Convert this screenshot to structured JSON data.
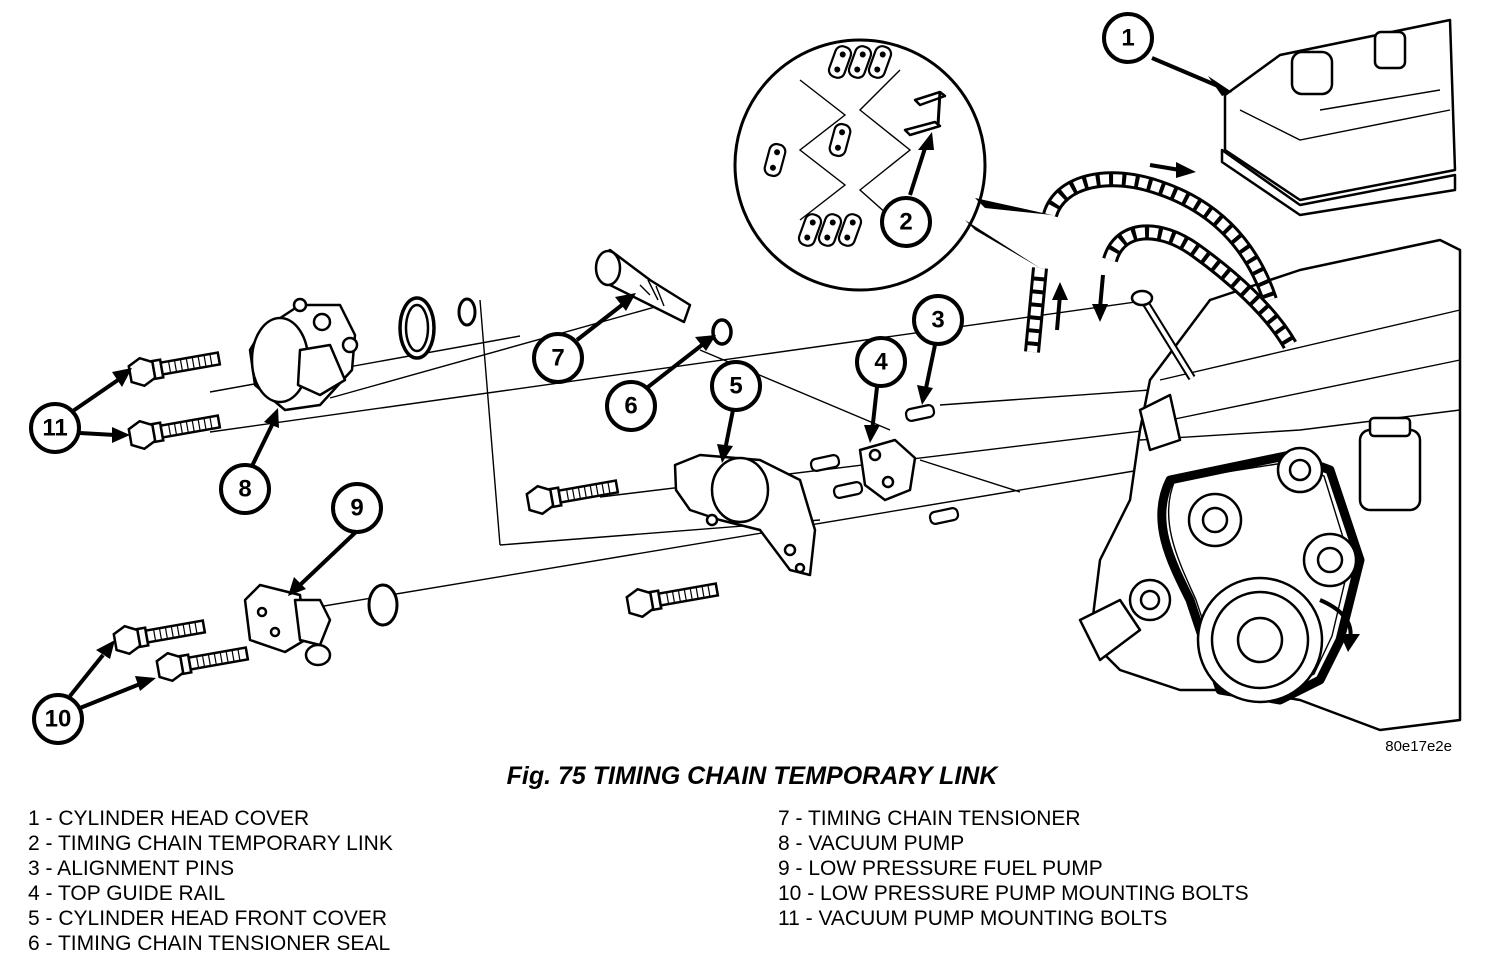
{
  "figure": {
    "caption": "Fig. 75 TIMING CHAIN TEMPORARY LINK",
    "image_code": "80e17e2e"
  },
  "callouts": [
    "1",
    "2",
    "3",
    "4",
    "5",
    "6",
    "7",
    "8",
    "9",
    "10",
    "11"
  ],
  "legend": {
    "left": [
      "1 - CYLINDER HEAD COVER",
      "2 - TIMING CHAIN TEMPORARY LINK",
      "3 - ALIGNMENT PINS",
      "4 - TOP GUIDE RAIL",
      "5 - CYLINDER HEAD FRONT COVER",
      "6 - TIMING CHAIN TENSIONER SEAL"
    ],
    "right": [
      "7 - TIMING CHAIN TENSIONER",
      "8 - VACUUM PUMP",
      "9 - LOW PRESSURE FUEL PUMP",
      "10 - LOW PRESSURE PUMP MOUNTING BOLTS",
      "11 - VACUUM PUMP MOUNTING BOLTS"
    ]
  }
}
